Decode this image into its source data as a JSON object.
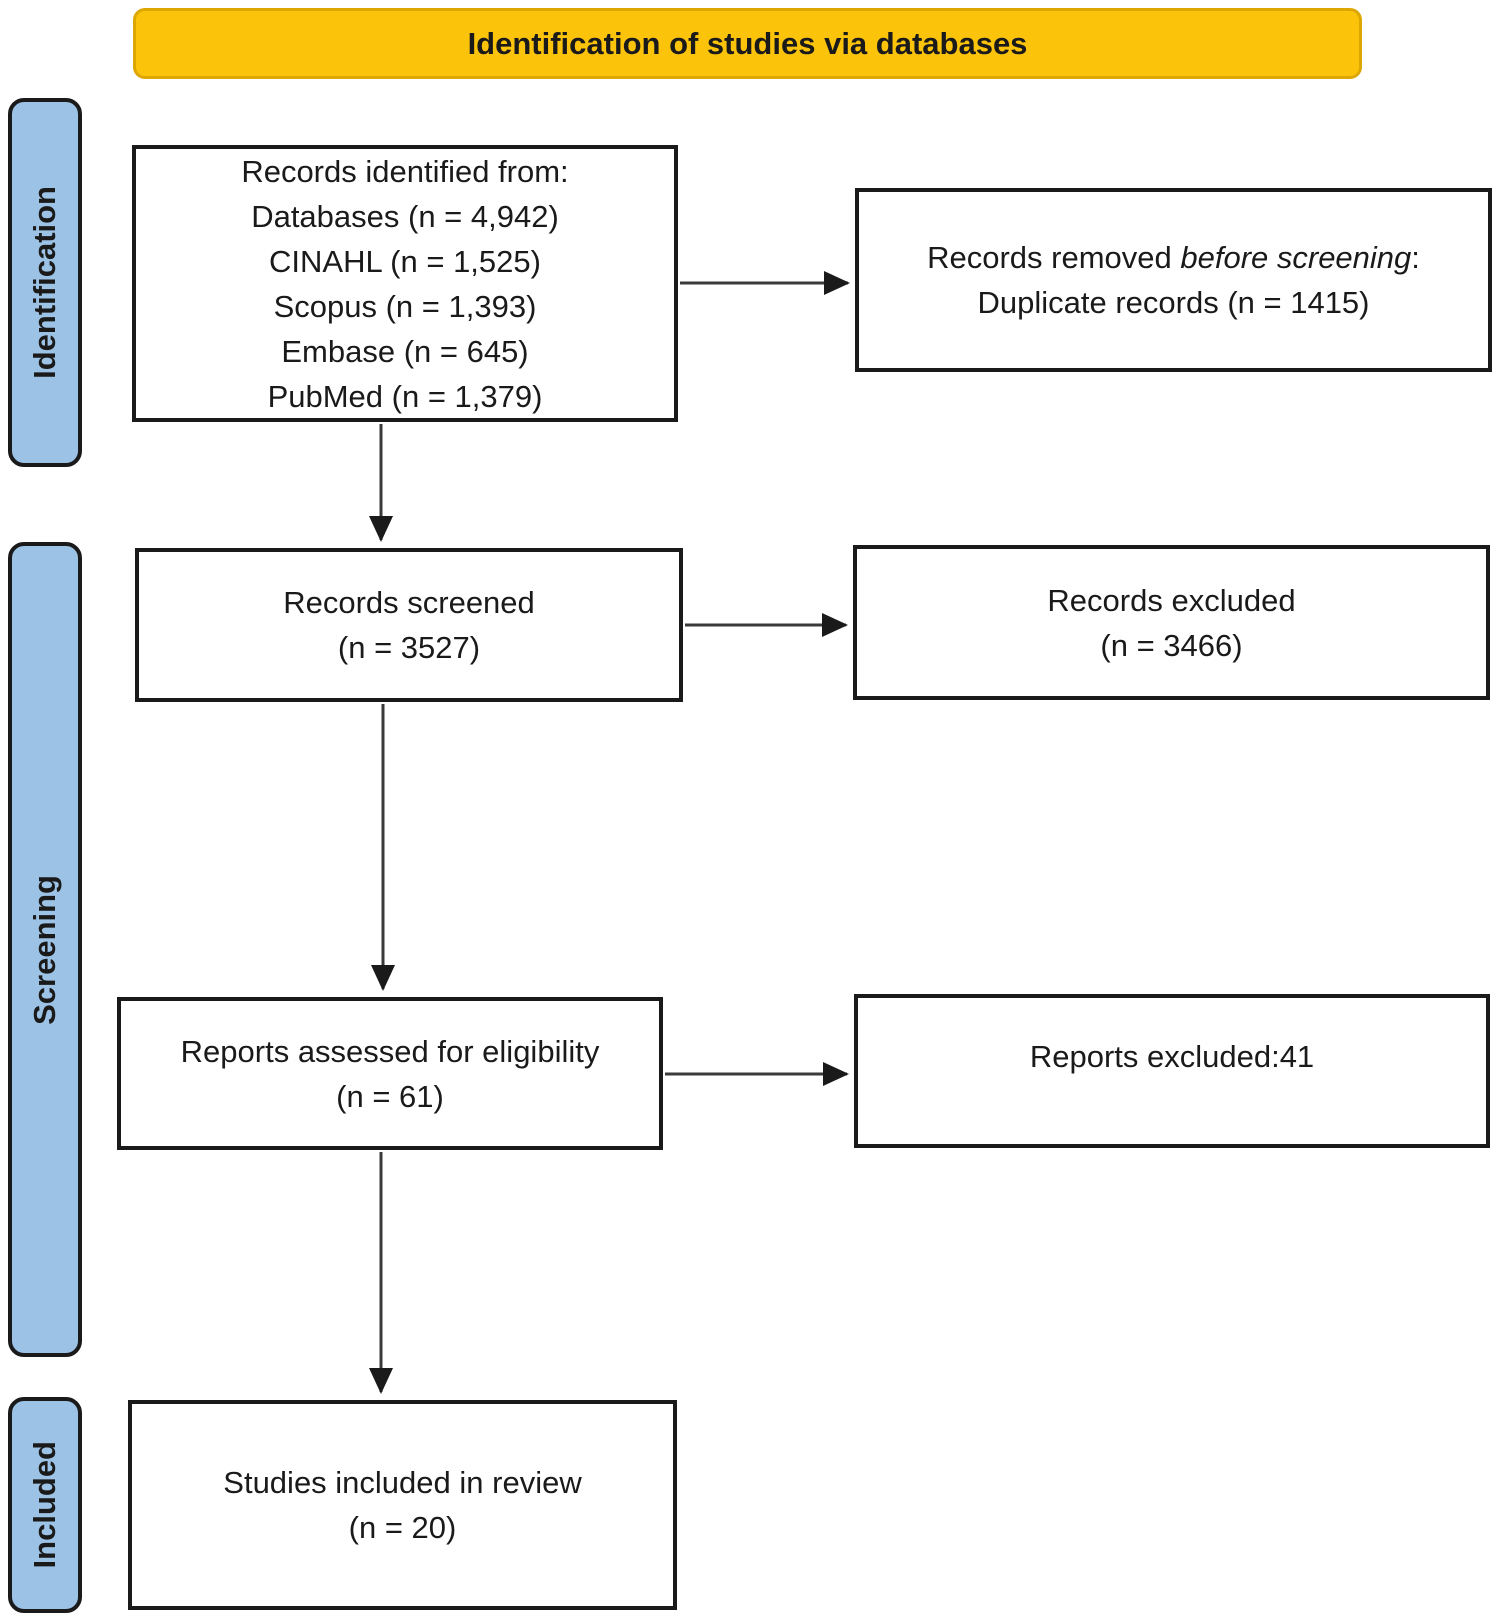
{
  "banner": {
    "title": "Identification of studies via databases"
  },
  "stages": [
    {
      "label": "Identification"
    },
    {
      "label": "Screening"
    },
    {
      "label": "Included"
    }
  ],
  "boxes": {
    "records_identified": {
      "lines": [
        "Records identified from:",
        "Databases (n = 4,942)",
        "CINAHL (n = 1,525)",
        "Scopus (n = 1,393)",
        "Embase (n = 645)",
        "PubMed (n = 1,379)"
      ]
    },
    "records_removed": {
      "prefix": "Records removed ",
      "italic": "before screening",
      "suffix": ":",
      "line2": "Duplicate records (n = 1415)"
    },
    "records_screened": {
      "line1": "Records screened",
      "line2": "(n = 3527)"
    },
    "records_excluded": {
      "line1": "Records excluded",
      "line2": "(n = 3466)"
    },
    "reports_assessed": {
      "line1": "Reports assessed for eligibility",
      "line2": "(n = 61)"
    },
    "reports_excluded": {
      "line1": "Reports excluded:41"
    },
    "studies_included": {
      "line1": "Studies included in review",
      "line2": "(n = 20)"
    }
  },
  "colors": {
    "banner_bg": "#FCC30B",
    "stage_bg": "#9CC2E5",
    "box_bg": "#FFFFFF",
    "border": "#1A1A1A",
    "arrow": "#3A3A3A"
  }
}
